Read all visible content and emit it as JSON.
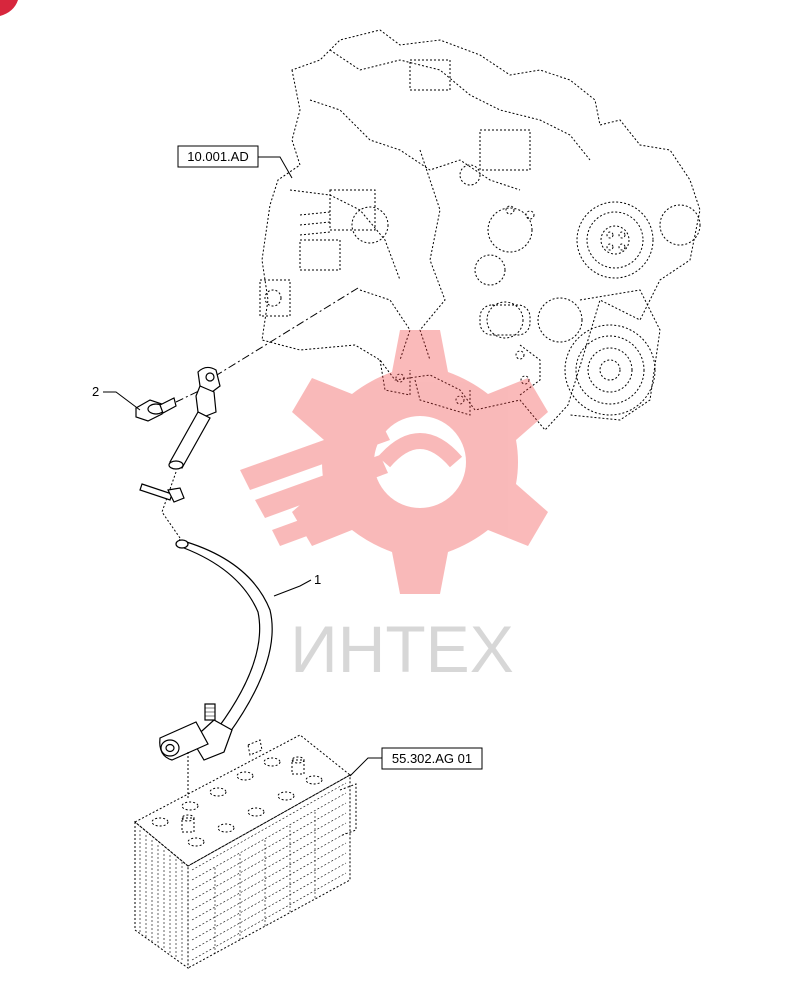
{
  "references": {
    "engine": "10.001.AD",
    "battery": "55.302.AG 01"
  },
  "callouts": {
    "cable": "1",
    "bolt": "2"
  },
  "watermark": {
    "text": "ИНТЕХ",
    "color": "#f03a3a"
  },
  "corner_badge_color": "#d7263d"
}
